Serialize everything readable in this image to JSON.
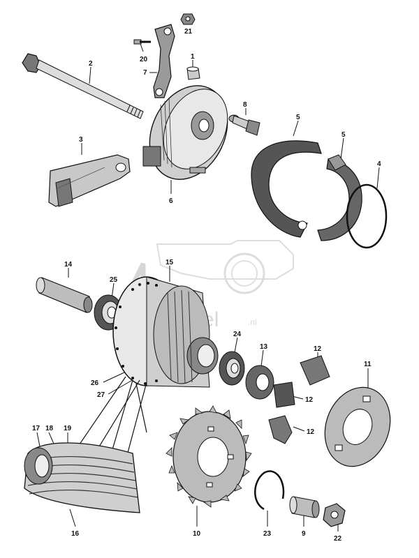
{
  "watermark": {
    "text_main": "kt",
    "text_shop": "winkel",
    "text_tld": ".nl"
  },
  "callouts": [
    {
      "id": "c21",
      "label": "21"
    },
    {
      "id": "c20",
      "label": "20"
    },
    {
      "id": "c1",
      "label": "1"
    },
    {
      "id": "c7",
      "label": "7"
    },
    {
      "id": "c2",
      "label": "2"
    },
    {
      "id": "c8",
      "label": "8"
    },
    {
      "id": "c3",
      "label": "3"
    },
    {
      "id": "c6",
      "label": "6"
    },
    {
      "id": "c5a",
      "label": "5"
    },
    {
      "id": "c5b",
      "label": "5"
    },
    {
      "id": "c4",
      "label": "4"
    },
    {
      "id": "c14",
      "label": "14"
    },
    {
      "id": "c15",
      "label": "15"
    },
    {
      "id": "c25",
      "label": "25"
    },
    {
      "id": "c24",
      "label": "24"
    },
    {
      "id": "c13",
      "label": "13"
    },
    {
      "id": "c12a",
      "label": "12"
    },
    {
      "id": "c12b",
      "label": "12"
    },
    {
      "id": "c12c",
      "label": "12"
    },
    {
      "id": "c11",
      "label": "11"
    },
    {
      "id": "c26",
      "label": "26"
    },
    {
      "id": "c27",
      "label": "27"
    },
    {
      "id": "c17",
      "label": "17"
    },
    {
      "id": "c18",
      "label": "18"
    },
    {
      "id": "c19",
      "label": "19"
    },
    {
      "id": "c16",
      "label": "16"
    },
    {
      "id": "c10",
      "label": "10"
    },
    {
      "id": "c23",
      "label": "23"
    },
    {
      "id": "c9",
      "label": "9"
    },
    {
      "id": "c22",
      "label": "22"
    }
  ]
}
